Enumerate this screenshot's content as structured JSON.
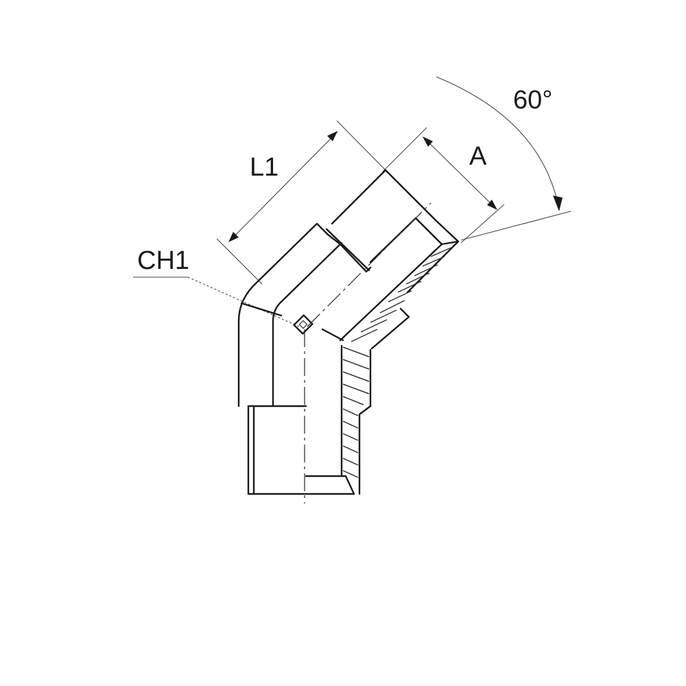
{
  "labels": {
    "angle": "60°",
    "length": "L1",
    "hex": "CH1",
    "thread": "A"
  },
  "colors": {
    "line": "#1a1a1a",
    "background": "#ffffff"
  }
}
